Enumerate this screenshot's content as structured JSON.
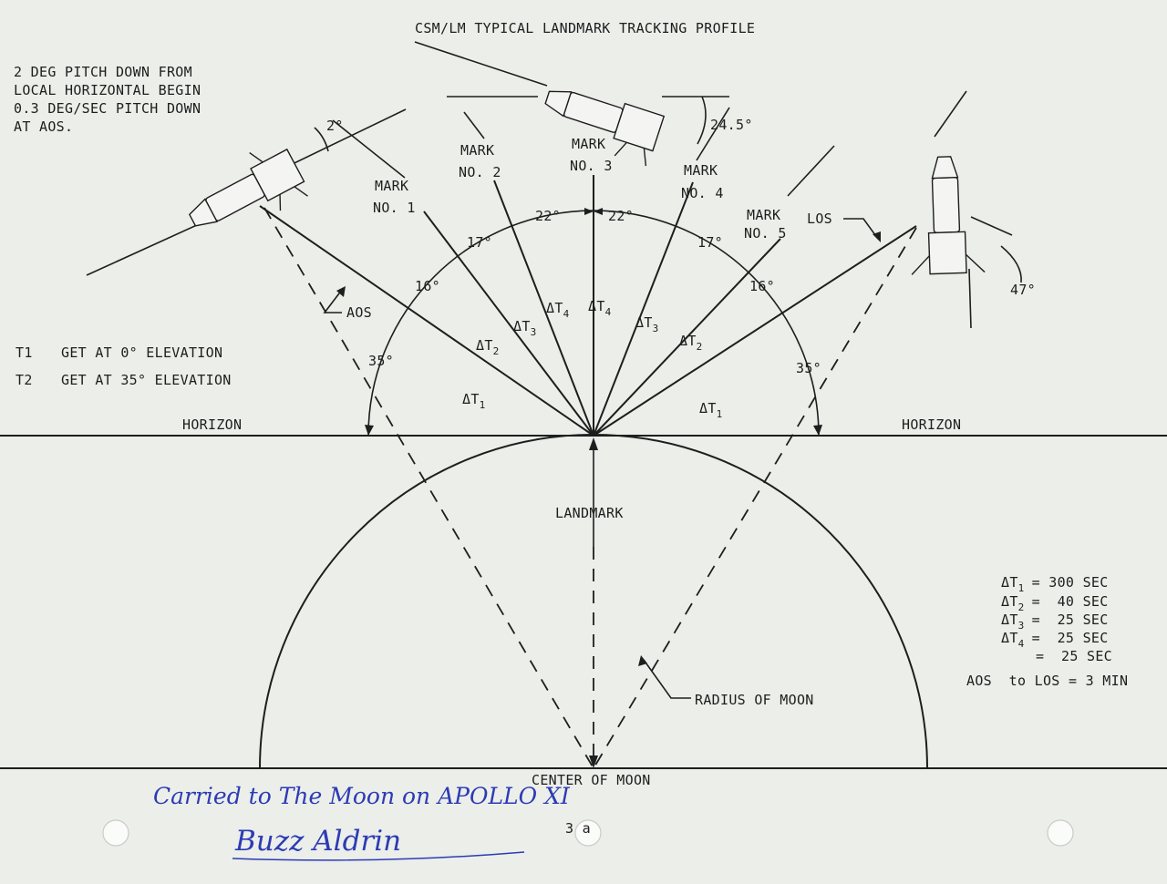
{
  "title": "CSM/LM TYPICAL LANDMARK TRACKING PROFILE",
  "pitch_note": [
    "2 DEG PITCH DOWN FROM",
    "LOCAL HORIZONTAL BEGIN",
    "0.3 DEG/SEC PITCH DOWN",
    "AT AOS."
  ],
  "legend_t": [
    {
      "key": "T1",
      "text": "GET AT 0° ELEVATION"
    },
    {
      "key": "T2",
      "text": "GET AT 35° ELEVATION"
    }
  ],
  "marks": [
    {
      "label": "MARK",
      "number": "NO. 1"
    },
    {
      "label": "MARK",
      "number": "NO. 2"
    },
    {
      "label": "MARK",
      "number": "NO. 3"
    },
    {
      "label": "MARK",
      "number": "NO. 4"
    },
    {
      "label": "MARK",
      "number": "NO. 5"
    }
  ],
  "labels": {
    "aos": "AOS",
    "los": "LOS",
    "horizon_left": "HORIZON",
    "horizon_right": "HORIZON",
    "landmark": "LANDMARK",
    "radius_of_moon": "RADIUS OF MOON",
    "center_of_moon": "CENTER OF MOON",
    "page_number": "3 a"
  },
  "angles": {
    "a35_left": "35°",
    "a35_right": "35°",
    "a16_left": "16°",
    "a16_right": "16°",
    "a17_left": "17°",
    "a17_right": "17°",
    "a22_left": "22°",
    "a22_right": "22°",
    "pitch_2": "2°",
    "pitch_245": "24.5°",
    "pitch_47": "47°"
  },
  "delta_labels": {
    "dt1_left": {
      "base": "ΔT",
      "sub": "1"
    },
    "dt2_left": {
      "base": "ΔT",
      "sub": "2"
    },
    "dt3_left": {
      "base": "ΔT",
      "sub": "3"
    },
    "dt4_left": {
      "base": "ΔT",
      "sub": "4"
    },
    "dt4_right": {
      "base": "ΔT",
      "sub": "4"
    },
    "dt3_right": {
      "base": "ΔT",
      "sub": "3"
    },
    "dt2_right": {
      "base": "ΔT",
      "sub": "2"
    },
    "dt1_right": {
      "base": "ΔT",
      "sub": "1"
    }
  },
  "durations": [
    {
      "base": "ΔT",
      "sub": "1",
      "value": "= 300 SEC"
    },
    {
      "base": "ΔT",
      "sub": "2",
      "value": "=  40 SEC"
    },
    {
      "base": "ΔT",
      "sub": "3",
      "value": "=  25 SEC"
    },
    {
      "base": "ΔT",
      "sub": "4",
      "value": "=  25 SEC"
    },
    {
      "base": "",
      "sub": "",
      "value": "=  25 SEC"
    }
  ],
  "aos_to_los": "AOS  to LOS = 3 MIN",
  "handwriting": {
    "inscription": "Carried to The Moon on APOLLO XI",
    "signature": "Buzz Aldrin"
  },
  "colors": {
    "ink": "#1e1e1e",
    "paper": "#eceeea",
    "pen": "#2c3bb4"
  }
}
